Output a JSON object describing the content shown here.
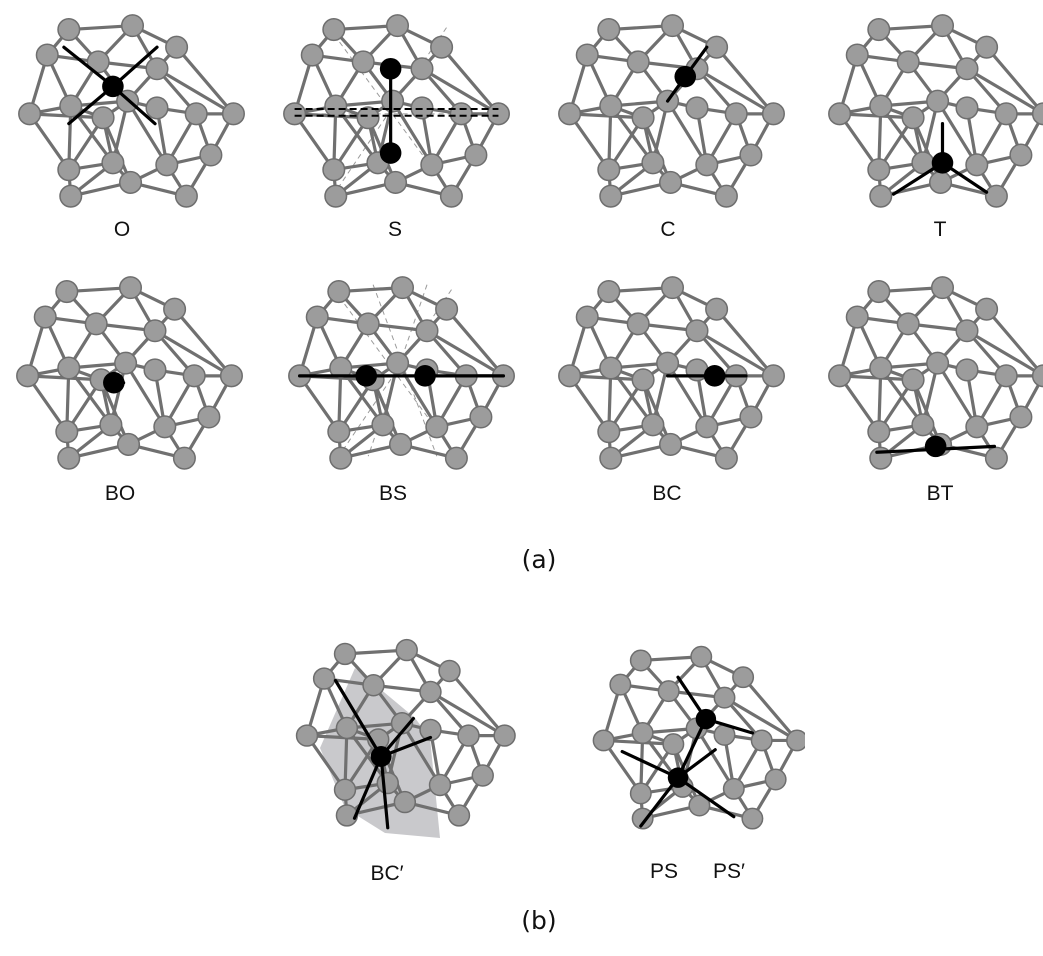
{
  "row1_labels": [
    "O",
    "S",
    "C",
    "T"
  ],
  "row2_labels": [
    "BO",
    "BS",
    "BC",
    "BT"
  ],
  "caption_a": "(a)",
  "bottom_labels": {
    "left": "BC′",
    "right_1": "PS",
    "right_2": "PS′"
  },
  "caption_b": "(b)",
  "colors": {
    "host_atom": "#9c9c9c",
    "bond": "#707070",
    "hydrogen_atom": "#000000",
    "shaded_face": "#c9c9cc"
  }
}
